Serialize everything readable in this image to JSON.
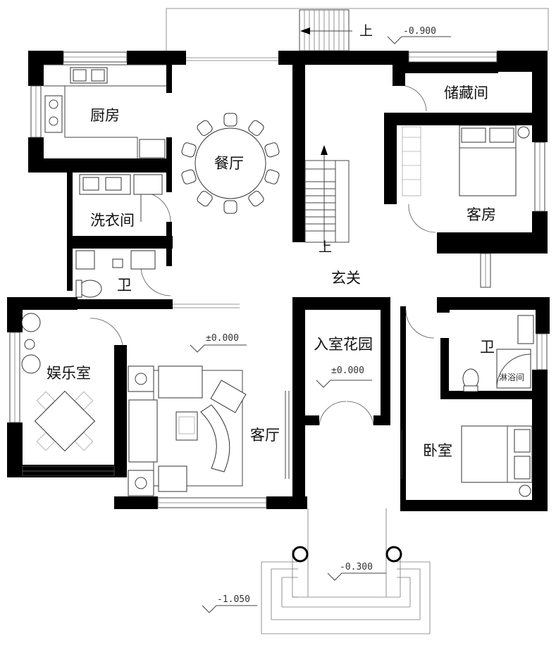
{
  "rooms": {
    "kitchen": "厨房",
    "dining": "餐厅",
    "laundry": "洗衣间",
    "wc_left": "卫",
    "entertainment": "娱乐室",
    "living": "客厅",
    "entry_garden": "入室花园",
    "foyer": "玄关",
    "storage": "储藏间",
    "guest_room": "客房",
    "wc_right": "卫",
    "shower": "淋浴间",
    "bedroom": "卧室"
  },
  "stairs": {
    "up_top": "上",
    "up_mid": "上"
  },
  "elevations": {
    "top": "-0.900",
    "living": "±0.000",
    "garden": "±0.000",
    "entry": "-0.300",
    "ground": "-1.050"
  }
}
